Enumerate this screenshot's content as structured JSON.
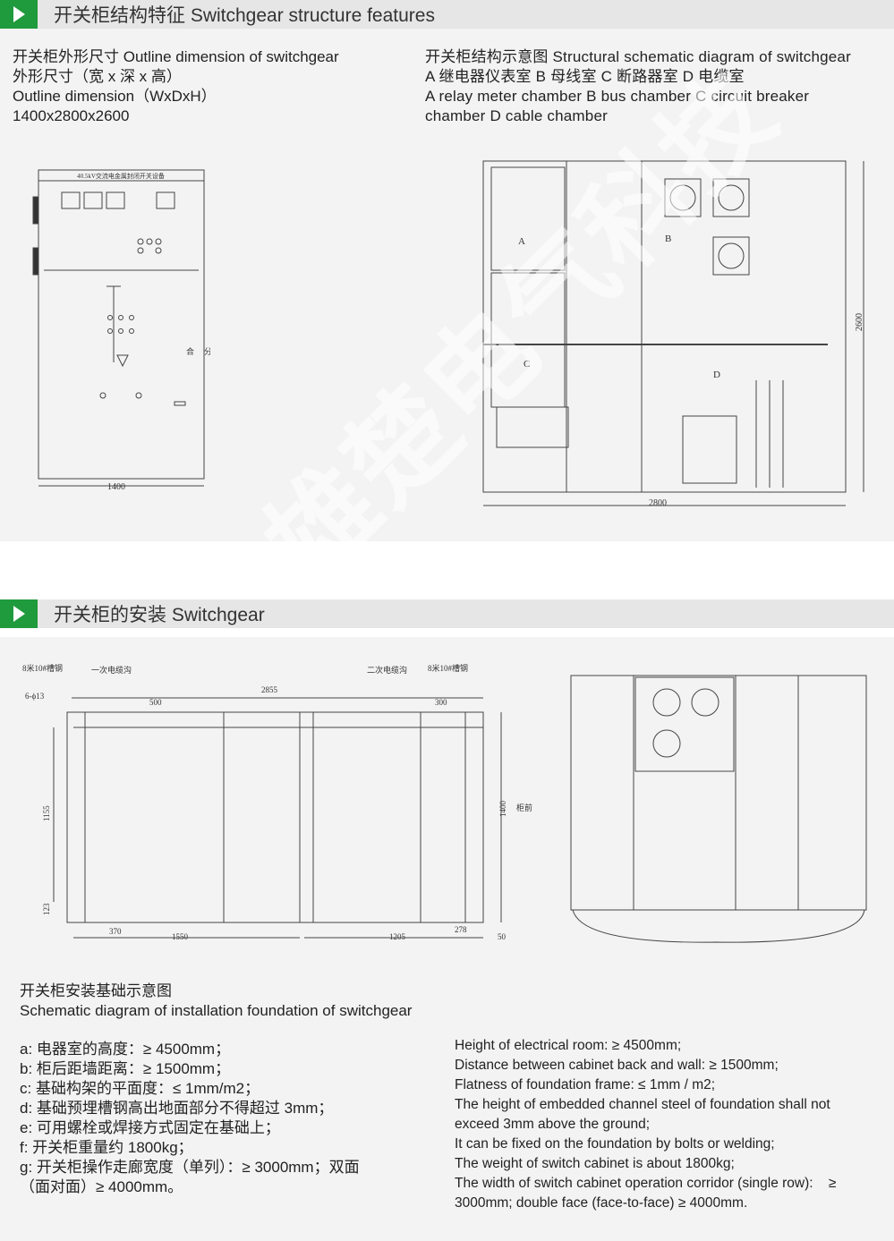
{
  "section1": {
    "title": "开关柜结构特征 Switchgear structure features",
    "left": {
      "lines": [
        "开关柜外形尺寸 Outline dimension of switchgear",
        "外形尺寸（宽 x 深 x 高）",
        "Outline dimension（WxDxH）",
        "1400x2800x2600"
      ],
      "drawing": {
        "nameplate": "40.5kV交流电金属封闭开关设备",
        "close": "合",
        "open": "分",
        "width": "1400"
      }
    },
    "right": {
      "lines": [
        "开关柜结构示意图 Structural schematic diagram of switchgear",
        "A 继电器仪表室 B 母线室 C 断路器室 D 电缆室",
        "A relay meter chamber B bus chamber C circuit breaker",
        "chamber D cable chamber"
      ],
      "drawing": {
        "labels": [
          "A",
          "B",
          "C",
          "D"
        ],
        "depth": "2800",
        "height": "2600"
      }
    }
  },
  "section2": {
    "title": "开关柜的安装 Switchgear",
    "foundation": {
      "channel_left": "8米10#槽钢",
      "primary_trench": "一次电缆沟",
      "secondary_trench": "二次电缆沟",
      "channel_right": "8米10#槽钢",
      "holes": "6-ϕ13",
      "dims": {
        "total": "2855",
        "d500": "500",
        "d300": "300",
        "d1155": "1155",
        "d123": "123",
        "d370": "370",
        "d1550": "1550",
        "d1205": "1205",
        "d278": "278",
        "d50": "50",
        "d1400": "1400"
      },
      "front": "柜前"
    },
    "caption": [
      "开关柜安装基础示意图",
      "Schematic diagram of installation foundation of switchgear"
    ],
    "cn_list": [
      "a: 电器室的高度：≥ 4500mm；",
      "b: 柜后距墙距离：≥ 1500mm；",
      "c: 基础构架的平面度：≤ 1mm/m2；",
      "d: 基础预埋槽钢高出地面部分不得超过 3mm；",
      "e: 可用螺栓或焊接方式固定在基础上；",
      "f: 开关柜重量约 1800kg；",
      "g: 开关柜操作走廊宽度（单列）：≥ 3000mm；双面",
      "（面对面）≥ 4000mm。"
    ],
    "en_list": [
      "Height of electrical room: ≥ 4500mm;",
      "Distance between cabinet back and wall: ≥ 1500mm;",
      "Flatness of foundation frame: ≤ 1mm / m2;",
      "The height of embedded channel steel of foundation shall not",
      "exceed 3mm above the ground;",
      "It can be fixed on the foundation by bolts or welding;",
      "The weight of switch cabinet is about 1800kg;",
      "The width of switch cabinet operation corridor (single row):    ≥",
      "3000mm; double face (face-to-face) ≥ 4000mm."
    ]
  },
  "watermark": "雄楚电气科技",
  "colors": {
    "accent": "#1f9a3c",
    "panel": "#f3f3f3",
    "header": "#e6e6e6"
  }
}
